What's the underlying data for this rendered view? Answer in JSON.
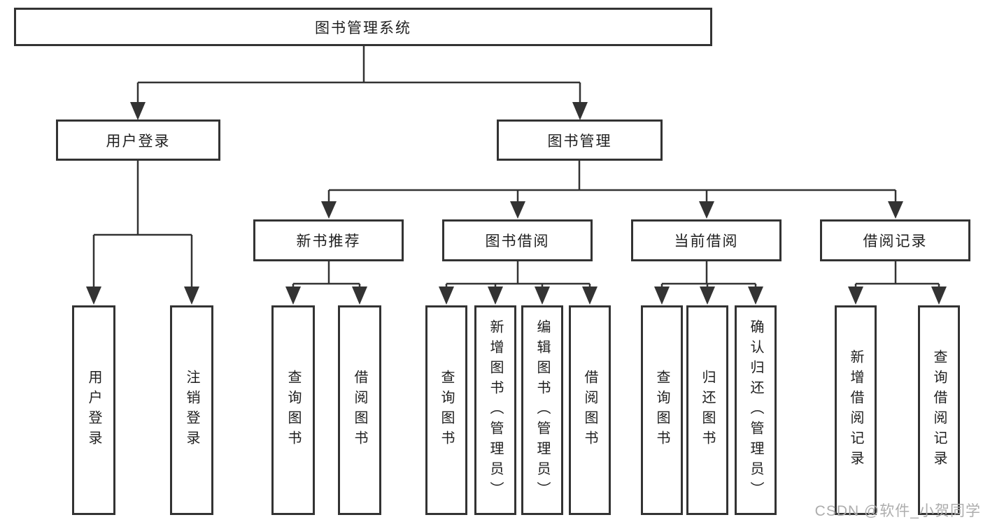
{
  "diagram": {
    "tree": {
      "label": "图书管理系统",
      "children": [
        {
          "label": "用户登录",
          "children": [
            {
              "label": "用户登录"
            },
            {
              "label": "注销登录"
            }
          ]
        },
        {
          "label": "图书管理",
          "children": [
            {
              "label": "新书推荐",
              "children": [
                {
                  "label": "查询图书"
                },
                {
                  "label": "借阅图书"
                }
              ]
            },
            {
              "label": "图书借阅",
              "children": [
                {
                  "label": "查询图书"
                },
                {
                  "label": "新增图书（管理员）"
                },
                {
                  "label": "编辑图书（管理员）"
                },
                {
                  "label": "借阅图书"
                }
              ]
            },
            {
              "label": "当前借阅",
              "children": [
                {
                  "label": "查询图书"
                },
                {
                  "label": "归还图书"
                },
                {
                  "label": "确认归还（管理员）"
                }
              ]
            },
            {
              "label": "借阅记录",
              "children": [
                {
                  "label": "新增借阅记录"
                },
                {
                  "label": "查询借阅记录"
                }
              ]
            }
          ]
        }
      ]
    },
    "colors": {
      "line": "#333333",
      "box_border": "#333333",
      "box_background": "#ffffff",
      "text": "#1f1f1f",
      "watermark": "#adadad",
      "background": "#ffffff"
    }
  },
  "watermark": {
    "text": "CSDN @软件_小贺同学"
  }
}
